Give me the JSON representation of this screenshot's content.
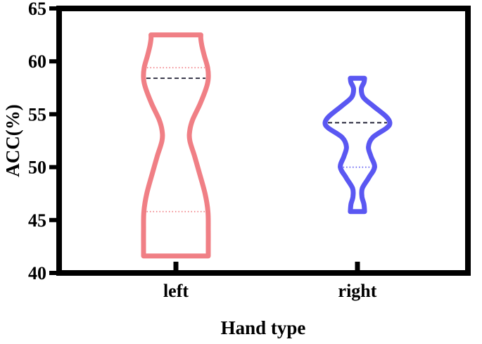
{
  "chart_data": {
    "type": "violin",
    "title": "",
    "xlabel": "Hand type",
    "ylabel": "ACC(%)",
    "categories": [
      "left",
      "right"
    ],
    "ylim": [
      40,
      65
    ],
    "yticks": [
      40,
      45,
      50,
      55,
      60,
      65
    ],
    "grid": false,
    "legend": "none",
    "series": [
      {
        "category": "left",
        "color": "#F07F85",
        "median": 58.4,
        "quartile_lines": [
          45.8,
          59.4
        ],
        "min": 41.6,
        "max": 62.5,
        "profile": [
          [
            41.6,
            1.0
          ],
          [
            42.5,
            1.0
          ],
          [
            44.0,
            1.0
          ],
          [
            45.8,
            0.99
          ],
          [
            47.5,
            0.9
          ],
          [
            49.5,
            0.72
          ],
          [
            51.0,
            0.58
          ],
          [
            52.5,
            0.43
          ],
          [
            53.5,
            0.43
          ],
          [
            54.5,
            0.52
          ],
          [
            56.0,
            0.75
          ],
          [
            57.5,
            0.94
          ],
          [
            58.4,
            1.0
          ],
          [
            59.4,
            0.98
          ],
          [
            60.5,
            0.88
          ],
          [
            61.5,
            0.8
          ],
          [
            62.1,
            0.77
          ],
          [
            62.5,
            0.77
          ]
        ]
      },
      {
        "category": "right",
        "color": "#5A57F2",
        "median": 54.2,
        "quartile_lines": [
          50.0
        ],
        "min": 45.8,
        "max": 58.4,
        "profile": [
          [
            45.8,
            0.22
          ],
          [
            46.5,
            0.2
          ],
          [
            47.2,
            0.14
          ],
          [
            48.0,
            0.15
          ],
          [
            49.0,
            0.35
          ],
          [
            50.0,
            0.53
          ],
          [
            51.0,
            0.42
          ],
          [
            51.9,
            0.34
          ],
          [
            52.8,
            0.47
          ],
          [
            53.7,
            0.9
          ],
          [
            54.2,
            1.0
          ],
          [
            54.8,
            0.88
          ],
          [
            55.8,
            0.48
          ],
          [
            56.6,
            0.18
          ],
          [
            57.4,
            0.12
          ],
          [
            58.0,
            0.2
          ],
          [
            58.4,
            0.22
          ]
        ]
      }
    ]
  }
}
